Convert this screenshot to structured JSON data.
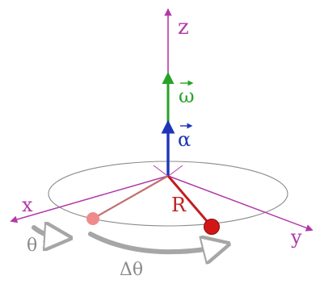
{
  "labels": {
    "z": "z",
    "x": "x",
    "y": "y",
    "omega": "ω",
    "alpha": "α",
    "radius": "R",
    "theta": "θ",
    "delta_theta": "Δθ"
  },
  "colors": {
    "axes": "#b03aa8",
    "omega": "#27a327",
    "alpha": "#1f35b8",
    "radius": "#c01f1f",
    "radius_initial": "#c07070",
    "circle": "#8a8a8a",
    "arc": "#a6a6a6"
  }
}
